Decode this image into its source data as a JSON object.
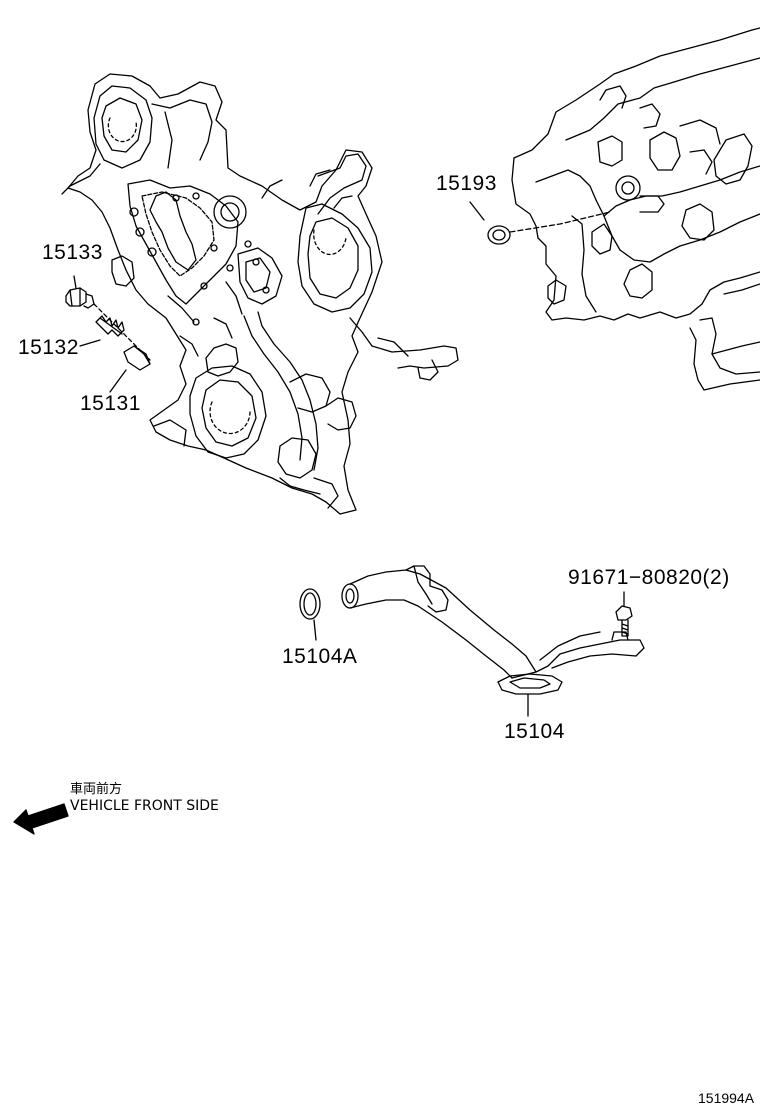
{
  "parts": {
    "p15193": "15193",
    "p15133": "15133",
    "p15132": "15132",
    "p15131": "15131",
    "p91671": "91671−80820(2)",
    "p15104A": "15104A",
    "p15104": "15104"
  },
  "direction_note": {
    "japanese": "車両前方",
    "english": "VEHICLE FRONT SIDE"
  },
  "illustration_id": "151994A",
  "icons": {
    "front_arrow": "arrow-left-icon"
  },
  "colors": {
    "line": "#000000",
    "background": "#ffffff"
  }
}
